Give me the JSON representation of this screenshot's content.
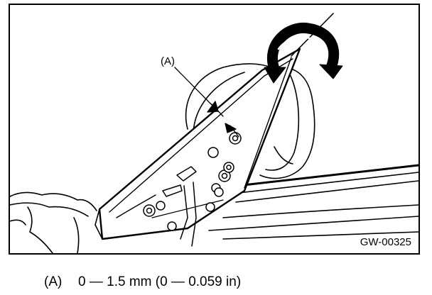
{
  "figure": {
    "callout_label": "(A)",
    "code": "GW-00325"
  },
  "legend": {
    "key": "(A)",
    "text": "0 — 1.5 mm (0 — 0.059 in)"
  }
}
